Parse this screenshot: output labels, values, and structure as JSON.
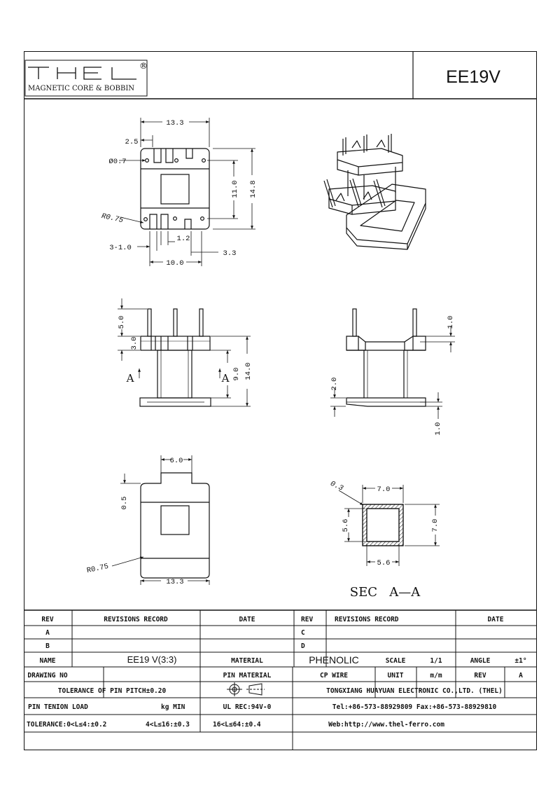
{
  "header": {
    "logo_text": "THEL",
    "registered_mark": "®",
    "logo_subtitle": "MAGNETIC CORE & BOBBIN",
    "part_number": "EE19V"
  },
  "views": {
    "top": {
      "d_width": "13.3",
      "d_edge": "2.5",
      "d_hole": "Ø0.7",
      "d_inner": "11.0",
      "d_height": "14.8",
      "d_radius": "R0.75",
      "d_slot": "3-1.0",
      "d_gap": "1.2",
      "d_pin_span": "10.0",
      "d_offset": "3.3"
    },
    "front": {
      "d_pin": "5.0",
      "d_flange": "3.0",
      "d_core": "9.0",
      "d_total": "14.0",
      "section_left": "A",
      "section_right": "A"
    },
    "side": {
      "d_top": "1.0",
      "d_mid": "2.0",
      "d_bottom": "1.0"
    },
    "bottom": {
      "d_width": "6.0",
      "d_notch": "0.5",
      "d_radius": "R0.75",
      "d_total": "13.3"
    },
    "section": {
      "d_corner": "0.3",
      "d_outer_w": "7.0",
      "d_inner_h": "5.6",
      "d_outer_h": "7.0",
      "d_inner_w": "5.6",
      "title": "SEC   A—A"
    }
  },
  "title_block": {
    "rev_label": "REV",
    "revisions_label": "REVISIONS RECORD",
    "date_label": "DATE",
    "rev_a": "A",
    "rev_b": "B",
    "rev_c": "C",
    "rev_d": "D",
    "name_label": "NAME",
    "name_value": "EE19 V(3:3)",
    "material_label": "MATERIAL",
    "material_value": "PHENOLIC",
    "scale_label": "SCALE",
    "scale_value": "1/1",
    "angle_label": "ANGLE",
    "angle_value": "±1°",
    "drawing_no_label": "DRAWING NO",
    "pin_material_label": "PIN MATERIAL",
    "pin_material_value": "CP WIRE",
    "unit_label": "UNIT",
    "unit_value": "m/m",
    "rev_value": "A",
    "tolerance_pitch": "TOLERANCE OF PIN PITCH±0.20",
    "company": "TONGXIANG HUAYUAN ELECTRONIC CO.,LTD.  (THEL)",
    "pin_tension": "PIN TENION LOAD",
    "kg_min": "kg MIN",
    "ul_rec": "UL REC:94V-0",
    "tel": "Tel:+86-573-88929809 Fax:+86-573-88929810",
    "tolerance_a": "TOLERANCE:0<L≤4:±0.2",
    "tolerance_b": "4<L≤16:±0.3",
    "tolerance_c": "16<L≤64:±0.4",
    "web": "Web:http://www.thel-ferro.com"
  }
}
